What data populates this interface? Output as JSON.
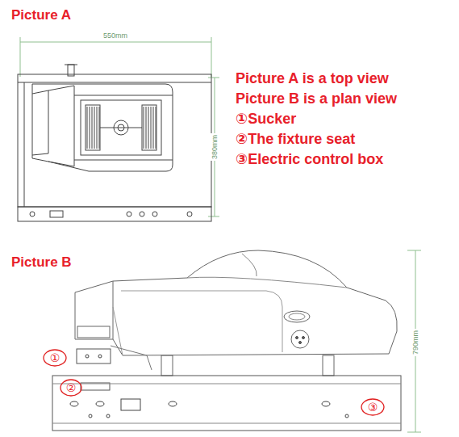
{
  "diagram": {
    "labels": [
      "Picture A",
      "550mm",
      "380mm",
      "Picture A is a top view",
      "Picture B is a plan view",
      "①Sucker",
      "②The fixture seat",
      "③Electric control box",
      "Picture B",
      "①",
      "②",
      "③",
      "790mm"
    ]
  }
}
